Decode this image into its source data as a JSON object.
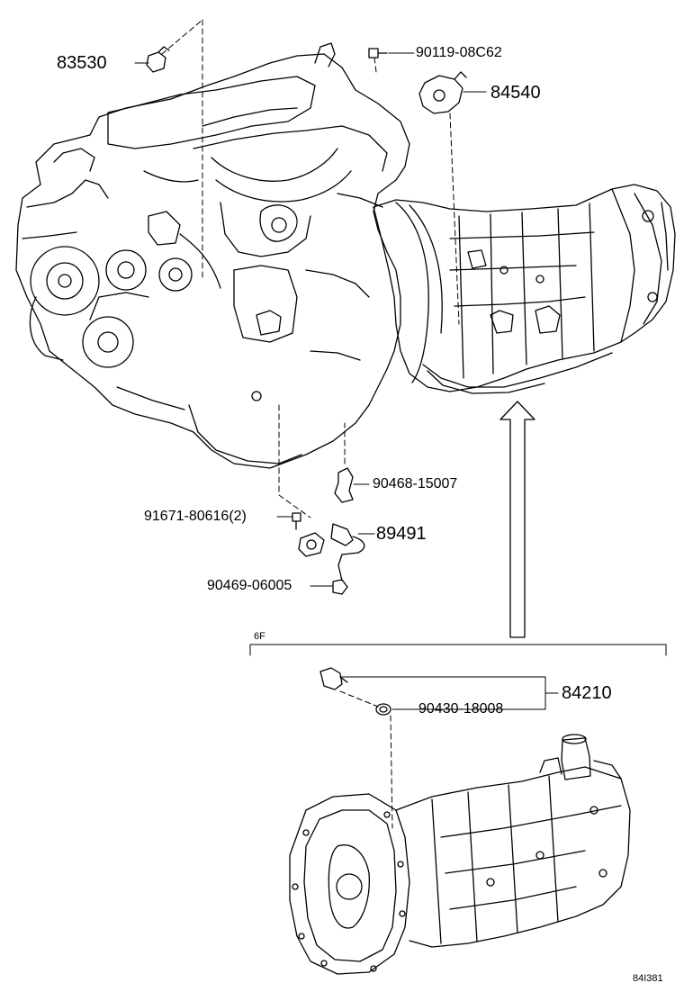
{
  "parts": {
    "p83530": "83530",
    "p90119": "90119-08C62",
    "p84540": "84540",
    "p90468": "90468-15007",
    "p91671": "91671-80616(2)",
    "p89491": "89491",
    "p90469": "90469-06005",
    "p84210": "84210",
    "p90430": "90430-18008"
  },
  "group_label": "6F",
  "figure_code": "84I381"
}
